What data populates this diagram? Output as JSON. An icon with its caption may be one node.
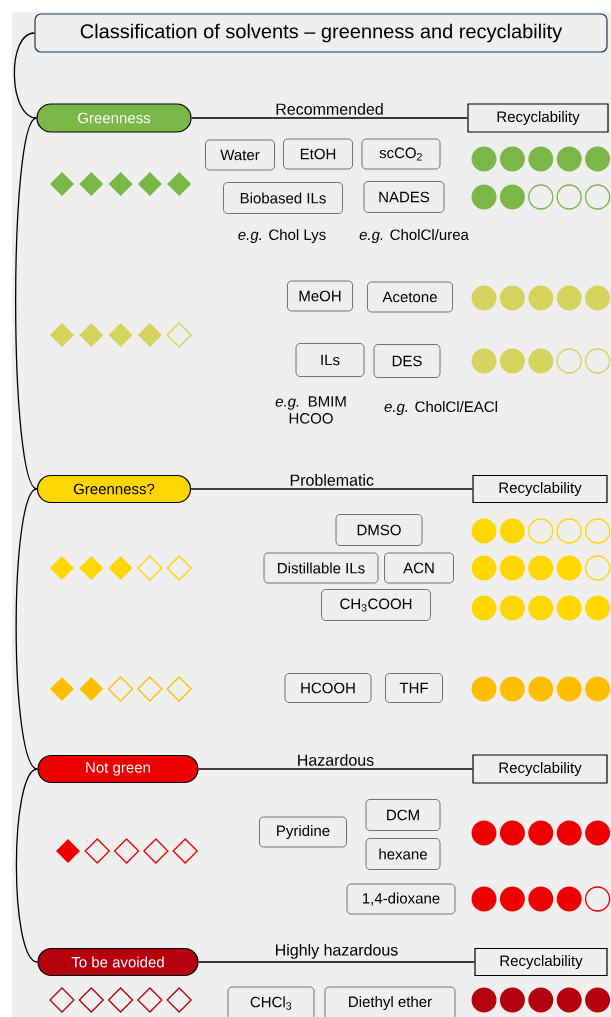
{
  "diagram": {
    "nodes": [
      {
        "text": [
          "Classification of solvents – greenness and recyclability"
        ]
      },
      {
        "text": [
          "Greenness"
        ]
      },
      {
        "text": [
          "Recyclability"
        ]
      },
      {
        "text": [
          "Water"
        ]
      },
      {
        "text": [
          "EtOH"
        ]
      },
      {
        "text": [
          "scCO$_{2}$"
        ]
      },
      {
        "text": [
          "Biobased ILs"
        ]
      },
      {
        "text": [
          "NADES"
        ]
      },
      {
        "text": [
          "MeOH"
        ]
      },
      {
        "text": [
          "Acetone"
        ]
      },
      {
        "text": [
          "ILs"
        ]
      },
      {
        "text": [
          "DES"
        ]
      },
      {
        "text": [
          "Greenness?"
        ]
      },
      {
        "text": [
          "Recyclability"
        ]
      },
      {
        "text": [
          "DMSO"
        ]
      },
      {
        "text": [
          "Distillable ILs"
        ]
      },
      {
        "text": [
          "ACN"
        ]
      },
      {
        "text": [
          "CH$_{3}$COOH"
        ]
      },
      {
        "text": [
          "HCOOH"
        ]
      },
      {
        "text": [
          "THF"
        ]
      },
      {
        "text": [
          "Not green"
        ]
      },
      {
        "text": [
          "Recyclability"
        ]
      },
      {
        "text": [
          "Pyridine"
        ]
      },
      {
        "text": [
          "DCM"
        ]
      },
      {
        "text": [
          "hexane"
        ]
      },
      {
        "text": [
          "1,4-dioxane"
        ]
      },
      {
        "text": [
          "To be avoided"
        ]
      },
      {
        "text": [
          "Recyclability"
        ]
      },
      {
        "text": [
          "CHCl$_{3}$"
        ]
      },
      {
        "text": [
          "Diethyl ether"
        ]
      }
    ],
    "edges": [
      {
        "from": 0,
        "to": 1,
        "arrow": "none"
      },
      {
        "from": 1,
        "to": 12,
        "arrow": "none"
      },
      {
        "from": 12,
        "to": 20,
        "arrow": "none"
      },
      {
        "from": 20,
        "to": 26,
        "arrow": "none"
      },
      {
        "from": 1,
        "to": 2,
        "arrow": "none",
        "label": "Recommended"
      },
      {
        "from": 12,
        "to": 13,
        "arrow": "none",
        "label": "Problematic"
      },
      {
        "from": 20,
        "to": 21,
        "arrow": "none",
        "label": "Hazardous"
      },
      {
        "from": 26,
        "to": 27,
        "arrow": "none",
        "label": "Highly hazardous"
      }
    ],
    "labels": [
      "*e.g.* Chol Lys",
      "*e.g.* CholCl/urea",
      "*e.g.* BMIM HCOO",
      "*e.g.* CholCl/EACl"
    ]
  }
}
